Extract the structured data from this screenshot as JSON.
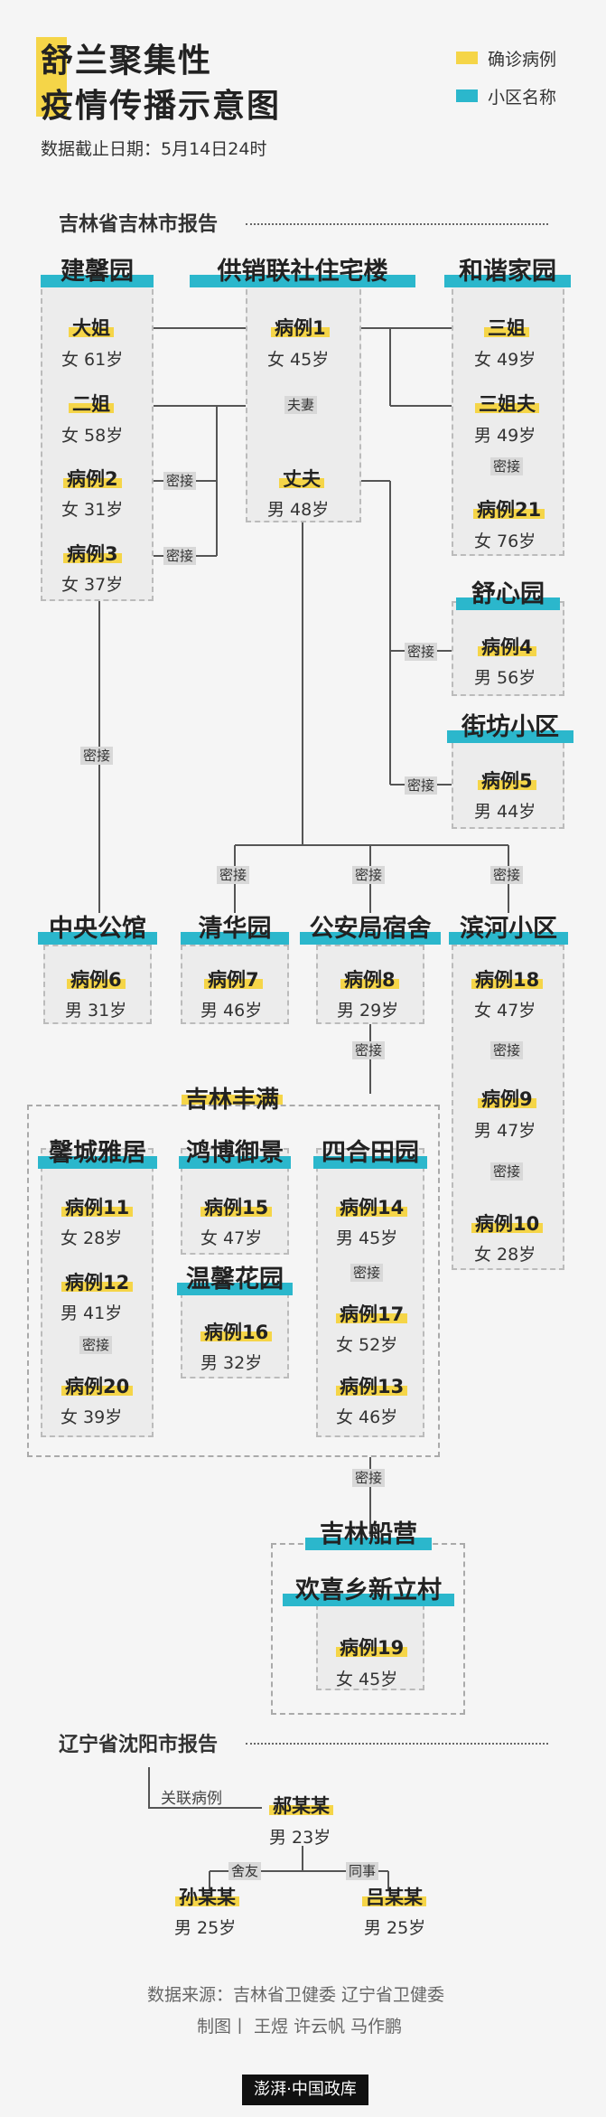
{
  "title": {
    "line1": "舒兰聚集性",
    "line2": "疫情传播示意图"
  },
  "legend": {
    "case_label": "确诊病例",
    "community_label": "小区名称",
    "case_color": "#f5d548",
    "community_color": "#2bb7cc"
  },
  "cutoff": "数据截止日期：5月14日24时",
  "section_jilin": "吉林省吉林市报告",
  "section_liaoning": "辽宁省沈阳市报告",
  "communities": {
    "jianxin": "建馨园",
    "gongxiao": "供销联社住宅楼",
    "hexie": "和谐家园",
    "shuxin": "舒心园",
    "jiefang": "街坊小区",
    "zhongyang": "中央公馆",
    "qinghua": "清华园",
    "gonganju": "公安局宿舍",
    "binhe": "滨河小区",
    "jilinfengman": "吉林丰满",
    "xincheng": "馨城雅居",
    "hongbo": "鸿博御景",
    "wenxin": "温馨花园",
    "sihe": "四合田园",
    "chuanying": "吉林船营",
    "huanxi": "欢喜乡新立村"
  },
  "cases": {
    "dajie": {
      "name": "大姐",
      "info": "女 61岁"
    },
    "erjie": {
      "name": "二姐",
      "info": "女 58岁"
    },
    "c2": {
      "name": "病例2",
      "info": "女 31岁"
    },
    "c3": {
      "name": "病例3",
      "info": "女 37岁"
    },
    "c1": {
      "name": "病例1",
      "info": "女 45岁"
    },
    "husband": {
      "name": "丈夫",
      "info": "男 48岁"
    },
    "sanjie": {
      "name": "三姐",
      "info": "女 49岁"
    },
    "sanjiefu": {
      "name": "三姐夫",
      "info": "男 49岁"
    },
    "c21": {
      "name": "病例21",
      "info": "女 76岁"
    },
    "c4": {
      "name": "病例4",
      "info": "男 56岁"
    },
    "c5": {
      "name": "病例5",
      "info": "男 44岁"
    },
    "c6": {
      "name": "病例6",
      "info": "男 31岁"
    },
    "c7": {
      "name": "病例7",
      "info": "男 46岁"
    },
    "c8": {
      "name": "病例8",
      "info": "男 29岁"
    },
    "c18": {
      "name": "病例18",
      "info": "女 47岁"
    },
    "c9": {
      "name": "病例9",
      "info": "男 47岁"
    },
    "c10": {
      "name": "病例10",
      "info": "女 28岁"
    },
    "c11": {
      "name": "病例11",
      "info": "女 28岁"
    },
    "c12": {
      "name": "病例12",
      "info": "男 41岁"
    },
    "c20": {
      "name": "病例20",
      "info": "女 39岁"
    },
    "c15": {
      "name": "病例15",
      "info": "女 47岁"
    },
    "c16": {
      "name": "病例16",
      "info": "男 32岁"
    },
    "c14": {
      "name": "病例14",
      "info": "男 45岁"
    },
    "c17": {
      "name": "病例17",
      "info": "女 52岁"
    },
    "c13": {
      "name": "病例13",
      "info": "女 46岁"
    },
    "c19": {
      "name": "病例19",
      "info": "女 45岁"
    },
    "hao": {
      "name": "郝某某",
      "info": "男 23岁"
    },
    "sun": {
      "name": "孙某某",
      "info": "男 25岁"
    },
    "lv": {
      "name": "吕某某",
      "info": "男 25岁"
    }
  },
  "labels": {
    "close_contact": "密接",
    "spouse": "夫妻",
    "roommate": "舍友",
    "colleague": "同事",
    "related_case": "关联病例"
  },
  "footer": {
    "source": "数据来源：吉林省卫健委 辽宁省卫健委",
    "credits": "制图丨 王煜 许云帆 马作鹏",
    "logo": "澎湃·中国政库"
  }
}
